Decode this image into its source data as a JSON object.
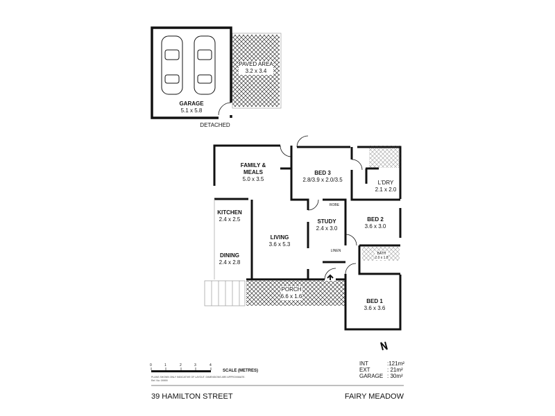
{
  "garage": {
    "name": "GARAGE",
    "size": "5.1 x 5.8",
    "note": "DETACHED"
  },
  "paved": {
    "name": "PAVED AREA",
    "size": "3.2 x 3.4"
  },
  "rooms": [
    {
      "name": "FAMILY & MEALS",
      "size": "5.0 x 3.5"
    },
    {
      "name": "BED 3",
      "size": "2.8/3.9 x 2.0/3.5"
    },
    {
      "name": "L'DRY",
      "size": "2.1 x 2.0"
    },
    {
      "name": "KITCHEN",
      "size": "2.4 x 2.5"
    },
    {
      "name": "DINING",
      "size": "2.4 x 2.8"
    },
    {
      "name": "LIVING",
      "size": "3.6 x 5.3"
    },
    {
      "name": "STUDY",
      "size": "2.4 x 3.0"
    },
    {
      "name": "BED 2",
      "size": "3.6 x 3.0"
    },
    {
      "name": "BATH",
      "size": "2.0 x 1.8"
    },
    {
      "name": "PORCH",
      "size": "6.6 x 1.6"
    },
    {
      "name": "BED 1",
      "size": "3.6 x 3.6"
    }
  ],
  "closets": {
    "robe": "ROBE",
    "linen": "LINEN"
  },
  "scale": {
    "ticks": [
      "0",
      "1",
      "2",
      "3",
      "4"
    ],
    "label": "SCALE (METRES)"
  },
  "disclaimer": "PLANS SHOWN ONLY INDICATIVE OF LAYOUT. DIMENSIONS ARE APPROXIMATE.",
  "ref": "Ref. No: 09999",
  "areas": [
    {
      "label": "INT",
      "value": ":121m²"
    },
    {
      "label": "EXT",
      "value": ": 21m²"
    },
    {
      "label": "GARAGE",
      "value": ": 30m²"
    }
  ],
  "address": "39 HAMILTON STREET",
  "suburb": "FAIRY MEADOW"
}
